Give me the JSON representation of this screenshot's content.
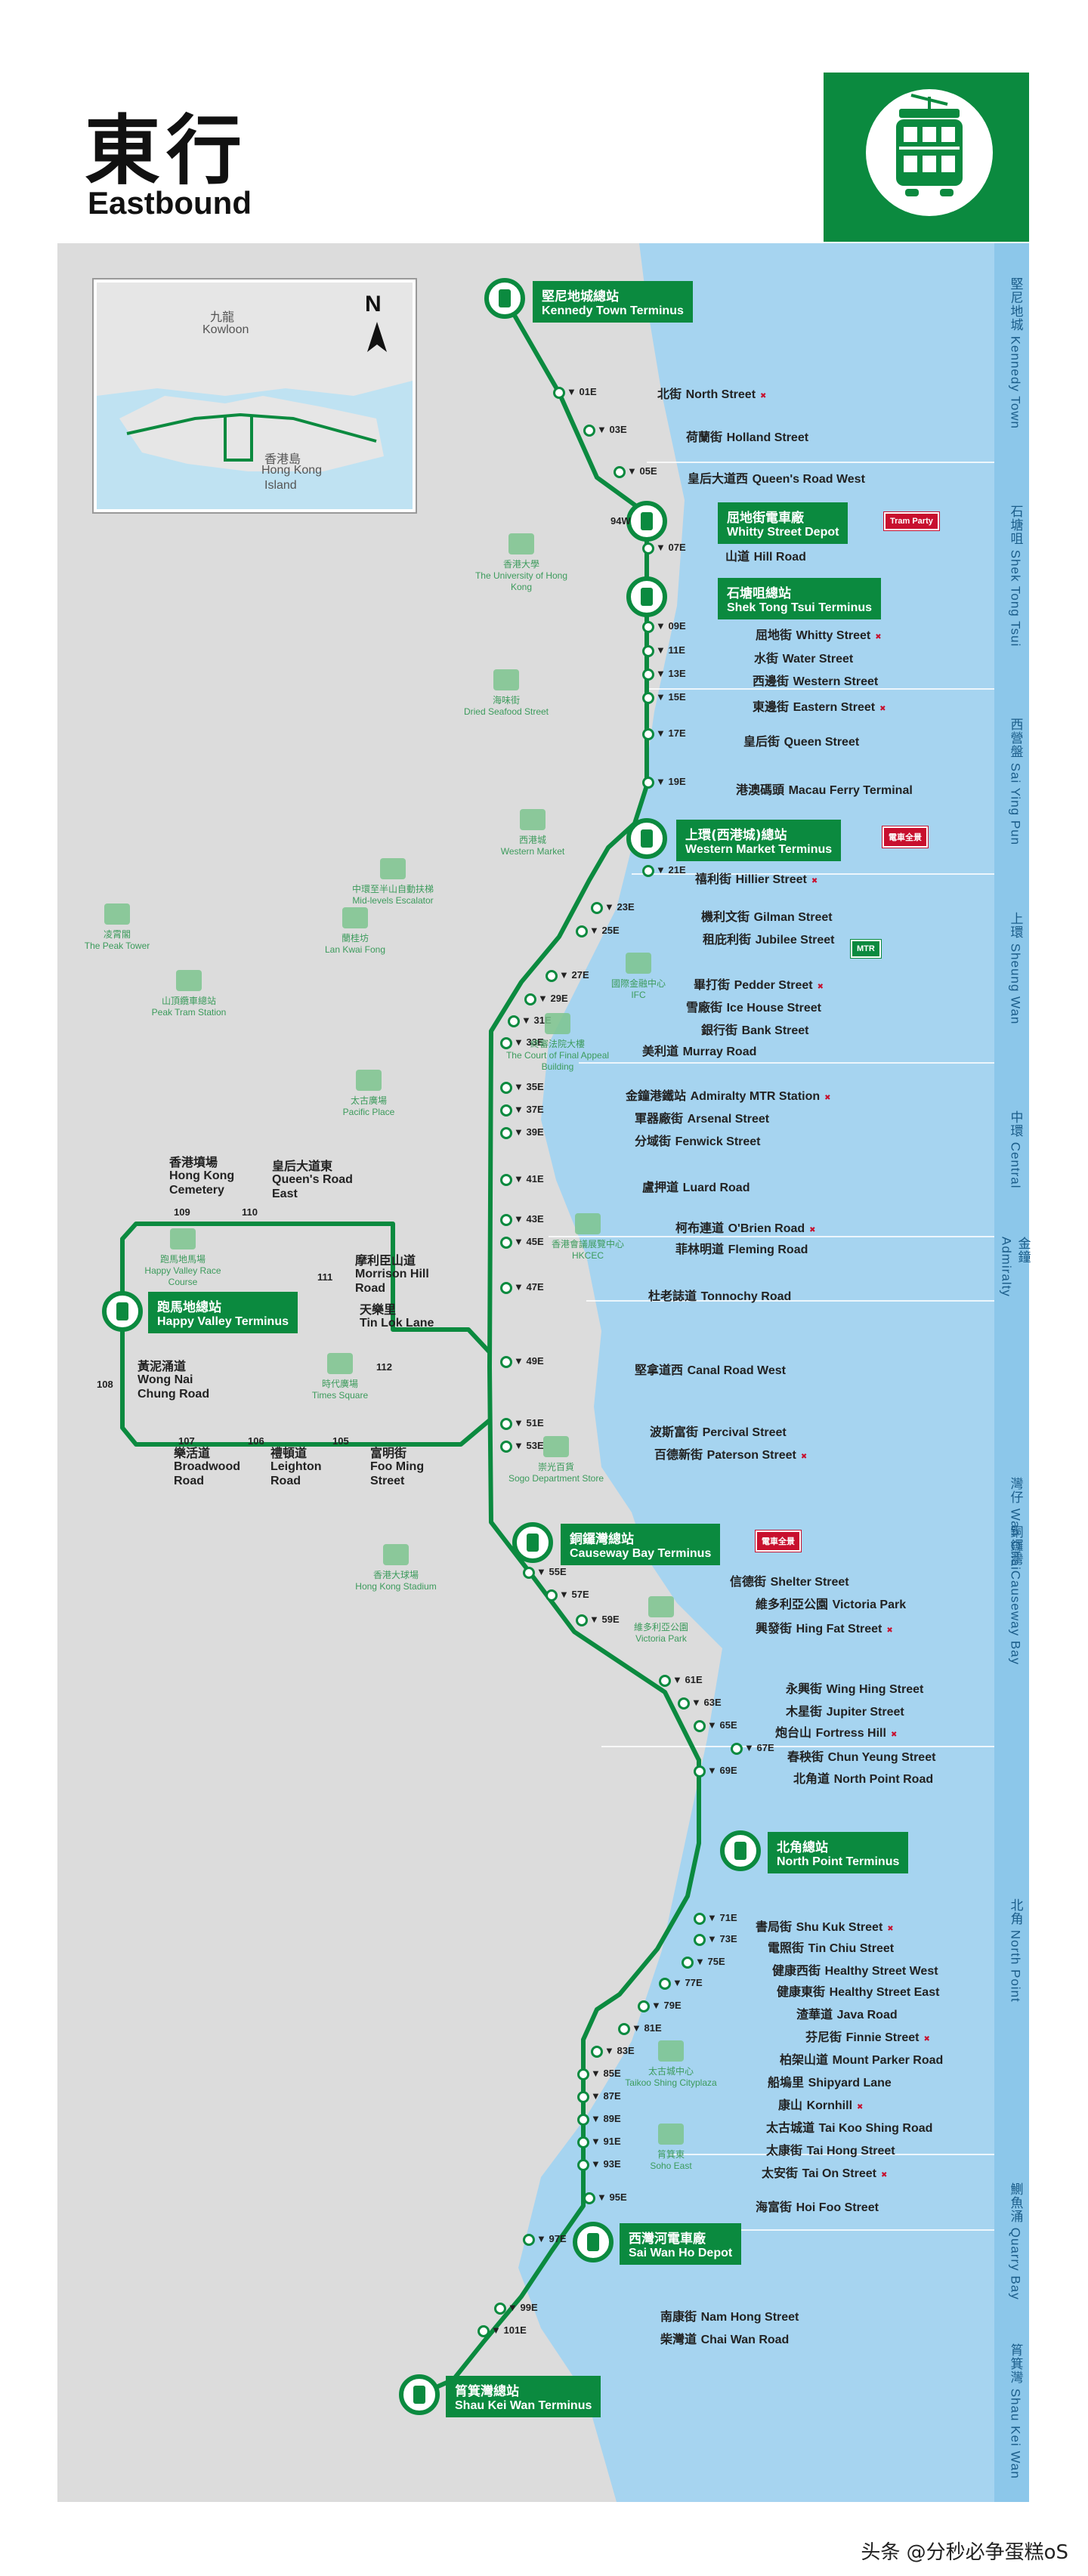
{
  "header": {
    "title_zh": "東行",
    "title_en": "Eastbound"
  },
  "colors": {
    "route": "#0b8a3f",
    "sea": "#a6d4f0",
    "land": "#dcdcdc",
    "mtr": "#c8102e"
  },
  "icons": {
    "logo": "tram-icon",
    "terminus": "tram-icon",
    "north": "north-arrow-icon",
    "mtr": "mtr-icon"
  },
  "inset_map": {
    "north": "N",
    "kowloon_zh": "九龍",
    "kowloon_en": "Kowloon",
    "hk_island_zh": "香港島",
    "hk_island_en_1": "Hong Kong",
    "hk_island_en_2": "Island"
  },
  "districts": [
    {
      "label": "堅尼地城 Kennedy Town"
    },
    {
      "label": "石塘咀 Shek Tong Tsui"
    },
    {
      "label": "西營盤 Sai Ying Pun"
    },
    {
      "label": "上環 Sheung Wan"
    },
    {
      "label": "中環 Central"
    },
    {
      "label": "金鐘 Admiralty"
    },
    {
      "label": "灣仔 Wan Chai"
    },
    {
      "label": "銅鑼灣 Causeway Bay"
    },
    {
      "label": "北角 North Point"
    },
    {
      "label": "鰂魚涌 Quarry Bay"
    },
    {
      "label": "筲箕灣 Shau Kei Wan"
    }
  ],
  "termini": [
    {
      "zh": "堅尼地城總站",
      "en": "Kennedy Town Terminus"
    },
    {
      "zh": "屈地街電車廠",
      "en": "Whitty Street Depot"
    },
    {
      "zh": "石塘咀總站",
      "en": "Shek Tong Tsui Terminus"
    },
    {
      "zh": "上環(西港城)總站",
      "en": "Western Market Terminus"
    },
    {
      "zh": "跑馬地總站",
      "en": "Happy Valley Terminus"
    },
    {
      "zh": "銅鑼灣總站",
      "en": "Causeway Bay Terminus"
    },
    {
      "zh": "北角總站",
      "en": "North Point Terminus"
    },
    {
      "zh": "西灣河電車廠",
      "en": "Sai Wan Ho Depot"
    },
    {
      "zh": "筲箕灣總站",
      "en": "Shau Kei Wan Terminus"
    }
  ],
  "stops": [
    {
      "code": "01E",
      "zh": "北街",
      "en": "North Street",
      "mtr": true
    },
    {
      "code": "03E",
      "zh": "荷蘭街",
      "en": "Holland Street",
      "mtr": false
    },
    {
      "code": "05E",
      "zh": "皇后大道西",
      "en": "Queen's Road West",
      "mtr": false
    },
    {
      "code": "07E",
      "zh": "山道",
      "en": "Hill Road",
      "mtr": false
    },
    {
      "code": "09E",
      "zh": "屈地街",
      "en": "Whitty Street",
      "mtr": true
    },
    {
      "code": "11E",
      "zh": "水街",
      "en": "Water Street",
      "mtr": false
    },
    {
      "code": "13E",
      "zh": "西邊街",
      "en": "Western Street",
      "mtr": false
    },
    {
      "code": "15E",
      "zh": "東邊街",
      "en": "Eastern Street",
      "mtr": true
    },
    {
      "code": "17E",
      "zh": "皇后街",
      "en": "Queen Street",
      "mtr": false
    },
    {
      "code": "19E",
      "zh": "港澳碼頭",
      "en": "Macau Ferry Terminal",
      "mtr": false
    },
    {
      "code": "21E",
      "zh": "禧利街",
      "en": "Hillier Street",
      "mtr": true
    },
    {
      "code": "23E",
      "zh": "機利文街",
      "en": "Gilman Street",
      "mtr": false
    },
    {
      "code": "25E",
      "zh": "租庇利街",
      "en": "Jubilee Street",
      "mtr": false
    },
    {
      "code": "27E",
      "zh": "畢打街",
      "en": "Pedder Street",
      "mtr": true
    },
    {
      "code": "29E",
      "zh": "雪廠街",
      "en": "Ice House Street",
      "mtr": false
    },
    {
      "code": "31E",
      "zh": "銀行街",
      "en": "Bank Street",
      "mtr": false
    },
    {
      "code": "33E",
      "zh": "美利道",
      "en": "Murray Road",
      "mtr": false
    },
    {
      "code": "35E",
      "zh": "金鐘港鐵站",
      "en": "Admiralty MTR Station",
      "mtr": true
    },
    {
      "code": "37E",
      "zh": "軍器廠街",
      "en": "Arsenal Street",
      "mtr": false
    },
    {
      "code": "39E",
      "zh": "分域街",
      "en": "Fenwick Street",
      "mtr": false
    },
    {
      "code": "41E",
      "zh": "盧押道",
      "en": "Luard Road",
      "mtr": false
    },
    {
      "code": "43E",
      "zh": "柯布連道",
      "en": "O'Brien Road",
      "mtr": true
    },
    {
      "code": "45E",
      "zh": "菲林明道",
      "en": "Fleming Road",
      "mtr": false
    },
    {
      "code": "47E",
      "zh": "杜老誌道",
      "en": "Tonnochy Road",
      "mtr": false
    },
    {
      "code": "49E",
      "zh": "堅拿道西",
      "en": "Canal Road West",
      "mtr": false
    },
    {
      "code": "51E",
      "zh": "波斯富街",
      "en": "Percival Street",
      "mtr": false
    },
    {
      "code": "53E",
      "zh": "百德新街",
      "en": "Paterson Street",
      "mtr": true
    },
    {
      "code": "55E",
      "zh": "信德街",
      "en": "Shelter Street",
      "mtr": false
    },
    {
      "code": "57E",
      "zh": "維多利亞公園",
      "en": "Victoria Park",
      "mtr": false
    },
    {
      "code": "59E",
      "zh": "興發街",
      "en": "Hing Fat Street",
      "mtr": true
    },
    {
      "code": "61E",
      "zh": "永興街",
      "en": "Wing Hing Street",
      "mtr": false
    },
    {
      "code": "63E",
      "zh": "木星街",
      "en": "Jupiter Street",
      "mtr": false
    },
    {
      "code": "65E",
      "zh": "炮台山",
      "en": "Fortress Hill",
      "mtr": true
    },
    {
      "code": "67E",
      "zh": "春秧街",
      "en": "Chun Yeung Street",
      "mtr": false
    },
    {
      "code": "69E",
      "zh": "北角道",
      "en": "North Point Road",
      "mtr": false
    },
    {
      "code": "71E",
      "zh": "書局街",
      "en": "Shu Kuk Street",
      "mtr": true
    },
    {
      "code": "73E",
      "zh": "電照街",
      "en": "Tin Chiu Street",
      "mtr": false
    },
    {
      "code": "75E",
      "zh": "健康西街",
      "en": "Healthy Street West",
      "mtr": false
    },
    {
      "code": "77E",
      "zh": "健康東街",
      "en": "Healthy Street East",
      "mtr": false
    },
    {
      "code": "79E",
      "zh": "渣華道",
      "en": "Java Road",
      "mtr": false
    },
    {
      "code": "81E",
      "zh": "芬尼街",
      "en": "Finnie Street",
      "mtr": true
    },
    {
      "code": "83E",
      "zh": "柏架山道",
      "en": "Mount Parker Road",
      "mtr": false
    },
    {
      "code": "85E",
      "zh": "船塢里",
      "en": "Shipyard Lane",
      "mtr": false
    },
    {
      "code": "87E",
      "zh": "康山",
      "en": "Kornhill",
      "mtr": true
    },
    {
      "code": "89E",
      "zh": "太古城道",
      "en": "Tai Koo Shing Road",
      "mtr": false
    },
    {
      "code": "91E",
      "zh": "太康街",
      "en": "Tai Hong Street",
      "mtr": false
    },
    {
      "code": "93E",
      "zh": "太安街",
      "en": "Tai On Street",
      "mtr": true
    },
    {
      "code": "95E",
      "zh": "海富街",
      "en": "Hoi Foo Street",
      "mtr": false
    },
    {
      "code": "97E",
      "zh": "",
      "en": "",
      "mtr": false
    },
    {
      "code": "99E",
      "zh": "南康街",
      "en": "Nam Hong Street",
      "mtr": false
    },
    {
      "code": "101E",
      "zh": "柴灣道",
      "en": "Chai Wan Road",
      "mtr": false
    }
  ],
  "extra_codes": {
    "depot_whitty": "94W"
  },
  "happy_valley": [
    {
      "code": "109",
      "zh": "香港墳場",
      "en": "Hong Kong Cemetery"
    },
    {
      "code": "110",
      "zh": "皇后大道東",
      "en": "Queen's Road East"
    },
    {
      "code": "111",
      "zh": "摩利臣山道",
      "en": "Morrison Hill Road"
    },
    {
      "code": "112",
      "zh": "天樂里",
      "en": "Tin Lok Lane"
    },
    {
      "code": "108",
      "zh": "黃泥涌道",
      "en": "Wong Nai Chung Road"
    },
    {
      "code": "107",
      "zh": "樂活道",
      "en": "Broadwood Road"
    },
    {
      "code": "106",
      "zh": "禮頓道",
      "en": "Leighton Road"
    },
    {
      "code": "105",
      "zh": "富明街",
      "en": "Foo Ming Street"
    }
  ],
  "mtr_label": "MTR",
  "badges": {
    "tram_oramas": "電車全景",
    "tram_party": "Tram Party"
  },
  "landmarks": [
    {
      "zh": "香港大學",
      "en": "The University of Hong Kong"
    },
    {
      "zh": "海味街",
      "en": "Dried Seafood Street"
    },
    {
      "zh": "西港城",
      "en": "Western Market"
    },
    {
      "zh": "中環至半山自動扶梯",
      "en": "Mid-levels Escalator"
    },
    {
      "zh": "蘭桂坊",
      "en": "Lan Kwai Fong"
    },
    {
      "zh": "凌霄閣",
      "en": "The Peak Tower"
    },
    {
      "zh": "山頂纜車總站",
      "en": "Peak Tram Station"
    },
    {
      "zh": "國際金融中心",
      "en": "IFC"
    },
    {
      "zh": "終審法院大樓",
      "en": "The Court of Final Appeal Building"
    },
    {
      "zh": "太古廣場",
      "en": "Pacific Place"
    },
    {
      "zh": "跑馬地馬場",
      "en": "Happy Valley Race Course"
    },
    {
      "zh": "香港會議展覽中心",
      "en": "HKCEC"
    },
    {
      "zh": "時代廣場",
      "en": "Times Square"
    },
    {
      "zh": "崇光百貨",
      "en": "Sogo Department Store"
    },
    {
      "zh": "香港大球場",
      "en": "Hong Kong Stadium"
    },
    {
      "zh": "維多利亞公園",
      "en": "Victoria Park"
    },
    {
      "zh": "太古城中心",
      "en": "Taikoo Shing Cityplaza"
    },
    {
      "zh": "筲箕東",
      "en": "Soho East"
    }
  ],
  "footer": {
    "watermark": "头条 @分秒必争蛋糕oS"
  }
}
